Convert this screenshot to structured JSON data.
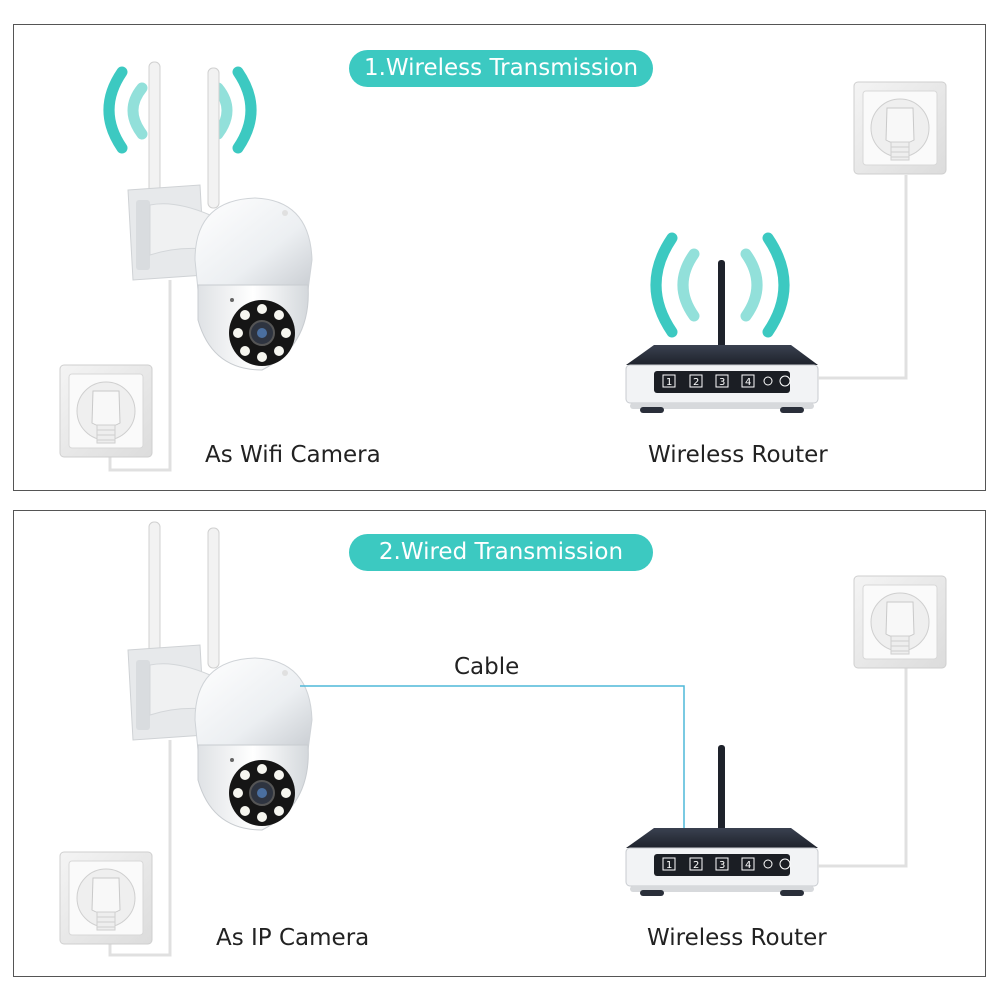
{
  "sections": [
    {
      "title": "1.Wireless Transmission",
      "camera_label": "As Wifi Camera",
      "router_label": "Wireless Router"
    },
    {
      "title": "2.Wired Transmission",
      "camera_label": "As IP Camera",
      "router_label": "Wireless Router",
      "link_label": "Cable"
    }
  ],
  "router_ports": [
    "1",
    "2",
    "3",
    "4"
  ],
  "colors": {
    "accent": "#3cc9c1",
    "cable": "#4fb8d8",
    "router_body": "#2a2f3a"
  }
}
